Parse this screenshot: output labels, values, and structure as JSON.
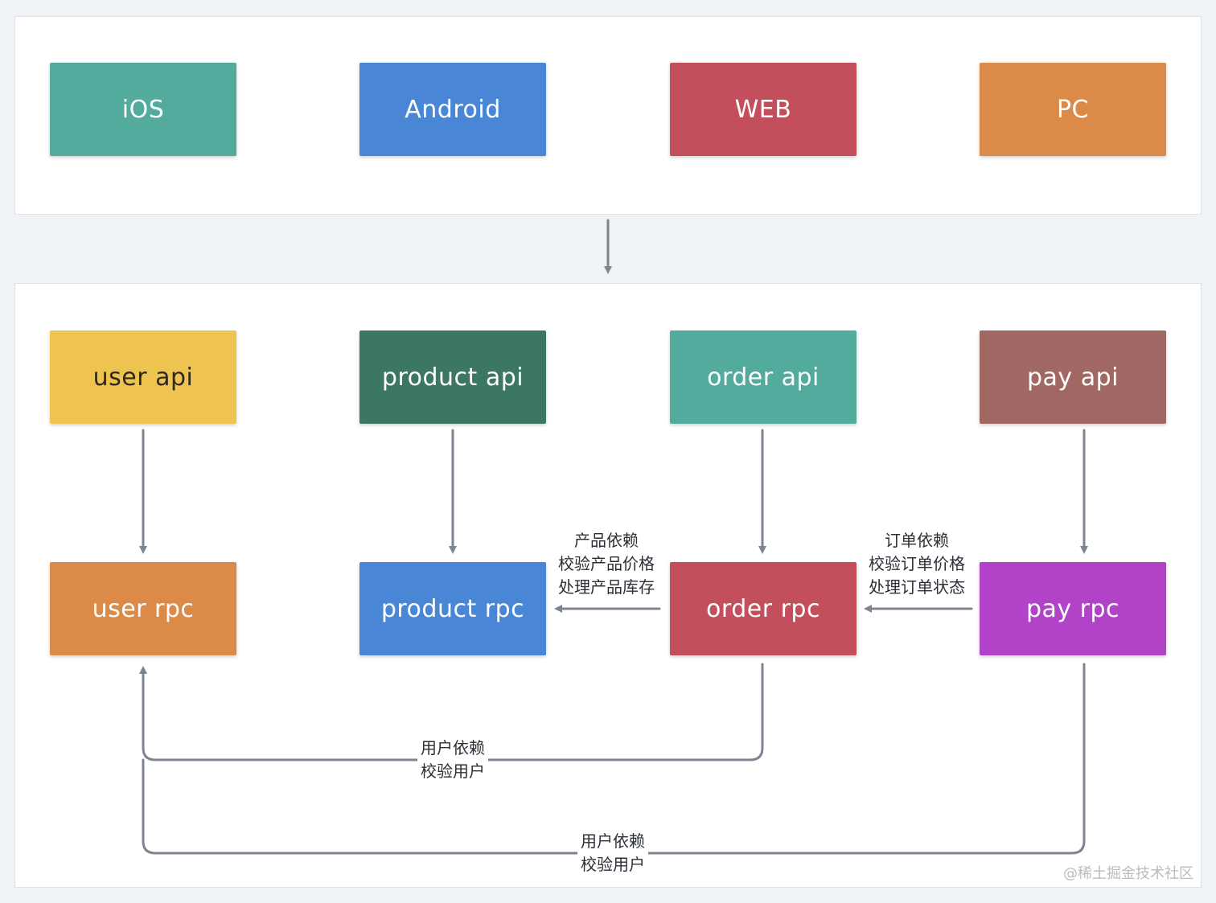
{
  "colors": {
    "background": "#f0f3f5",
    "panel": "#ffffff",
    "edge": "#7d8590",
    "ios": "#52ab9d",
    "android": "#4a86d6",
    "web": "#c34e5c",
    "pc": "#dc8a48",
    "user_api": "#eec34f",
    "product_api": "#3c7665",
    "order_api": "#52ab9d",
    "pay_api": "#a16763",
    "user_rpc": "#dc8a48",
    "product_rpc": "#4a86d6",
    "order_rpc": "#c34e5c",
    "pay_rpc": "#b243c9"
  },
  "clients": {
    "ios": "iOS",
    "android": "Android",
    "web": "WEB",
    "pc": "PC"
  },
  "apis": {
    "user": "user api",
    "product": "product api",
    "order": "order api",
    "pay": "pay api"
  },
  "rpcs": {
    "user": "user rpc",
    "product": "product rpc",
    "order": "order rpc",
    "pay": "pay rpc"
  },
  "edge_labels": {
    "order_to_product": [
      "产品依赖",
      "校验产品价格",
      "处理产品库存"
    ],
    "pay_to_order": [
      "订单依赖",
      "校验订单价格",
      "处理订单状态"
    ],
    "order_to_user": [
      "用户依赖",
      "校验用户"
    ],
    "pay_to_user": [
      "用户依赖",
      "校验用户"
    ]
  },
  "watermark": "@稀土掘金技术社区"
}
